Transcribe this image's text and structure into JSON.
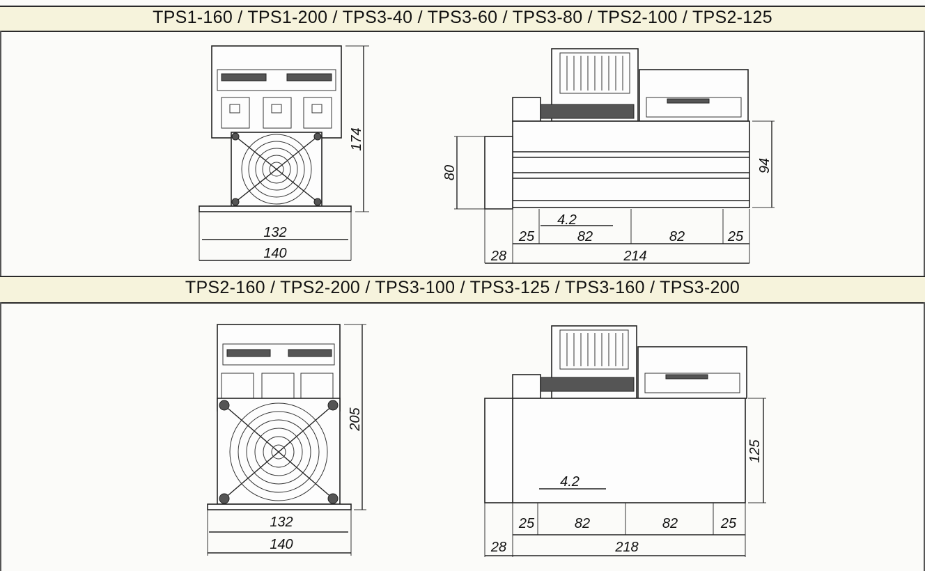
{
  "section_top": {
    "title": "TPS1-160 / TPS1-200 / TPS3-40 / TPS3-60 / TPS3-80 / TPS2-100 / TPS2-125",
    "front_height": "174",
    "front_inner_width": "132",
    "front_outer_width": "140",
    "side_left_height": "80",
    "side_right_height": "94",
    "hole": "4.2",
    "spacing_a": "25",
    "spacing_b": "82",
    "spacing_c": "82",
    "spacing_d": "25",
    "offset": "28",
    "length": "214"
  },
  "section_bottom": {
    "title": "TPS2-160 / TPS2-200 / TPS3-100 / TPS3-125 / TPS3-160 / TPS3-200",
    "front_height": "205",
    "front_inner_width": "132",
    "front_outer_width": "140",
    "side_right_height": "125",
    "hole": "4.2",
    "spacing_a": "25",
    "spacing_b": "82",
    "spacing_c": "82",
    "spacing_d": "25",
    "offset": "28",
    "length": "218"
  }
}
